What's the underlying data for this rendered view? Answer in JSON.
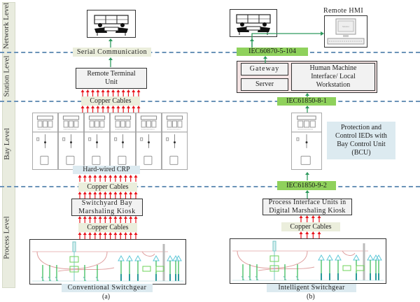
{
  "levels": [
    {
      "label": "Network Level"
    },
    {
      "label": "Station Level"
    },
    {
      "label": "Bay Level"
    },
    {
      "label": "Process Level"
    }
  ],
  "left": {
    "caption": "(a)",
    "network": {
      "icon": "control-room-icon",
      "link_label": "Serial Communication"
    },
    "station": {
      "rtu_label_line1": "Remote Terminal",
      "rtu_label_line2": "Unit",
      "link_label": "Copper Cables"
    },
    "bay": {
      "panel_count": 6,
      "crp_label": "Hard-wired CRP",
      "link_label": "Copper Cables"
    },
    "process": {
      "kiosk_line1": "Switchyard Bay",
      "kiosk_line2": "Marshaling Kiosk",
      "link_label": "Copper Cables",
      "switchgear_label": "Conventional Switchgear"
    }
  },
  "right": {
    "caption": "(b)",
    "network": {
      "icon": "control-room-icon",
      "remote_hmi_label": "Remote HMI",
      "link_label": "IEC60870-5-104"
    },
    "station": {
      "gateway_label": "Gateway",
      "server_label": "Server",
      "hmi_line1": "Human Machine",
      "hmi_line2": "Interface/ Local",
      "hmi_line3": "Workstation",
      "link_label": "IEC61850-8-1"
    },
    "bay": {
      "ied_line1": "Protection and",
      "ied_line2": "Control IEDs with",
      "ied_line3": "Bay Control Unit",
      "ied_line4": "(BCU)",
      "link_label": "IEC61850-9-2"
    },
    "process": {
      "piu_line1": "Process Interface Units in",
      "piu_line2": "Digital Marshaling Kiosk",
      "link_label": "Copper Cables",
      "switchgear_label": "Intelligent Switchgear"
    }
  },
  "colors": {
    "dashed_line": "#6b93b8",
    "copper_arrow": "#e8141b",
    "comm_arrow": "#2e9a5e",
    "iec_tag": "#8fd15c",
    "beige_tag": "#ebeedc",
    "blue_tag": "#dceaf0",
    "station_panel": "#f4e3e3"
  }
}
